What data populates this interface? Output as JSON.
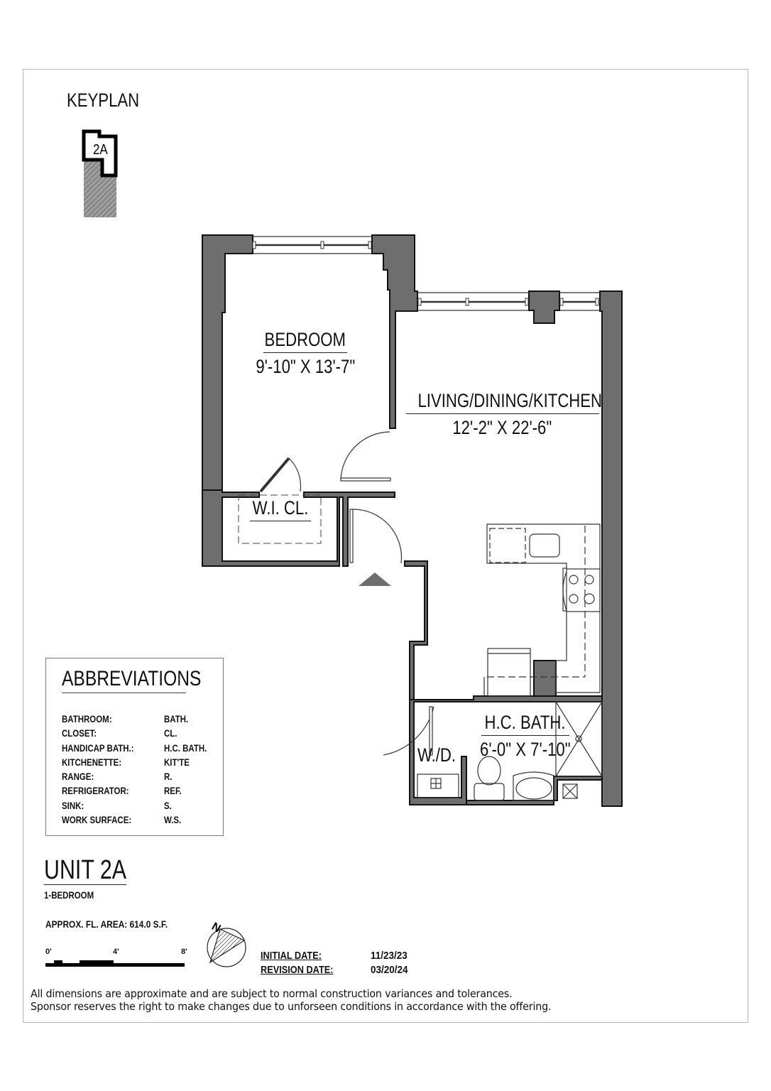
{
  "keyplan": {
    "title": "KEYPLAN",
    "unit_tag": "2A"
  },
  "rooms": {
    "bedroom": {
      "name": "BEDROOM",
      "dimensions": "9'-10\" X 13'-7\""
    },
    "living": {
      "name": "LIVING/DINING/KITCHEN",
      "dimensions": "12'-2\" X 22'-6\""
    },
    "closet": {
      "name": "W.I. CL."
    },
    "bath": {
      "name": "H.C. BATH.",
      "dimensions": "6'-0\" X 7'-10\""
    },
    "washer_dryer": {
      "name": "W./D."
    }
  },
  "abbreviations": {
    "title": "ABBREVIATIONS",
    "items": [
      {
        "term": "BATHROOM:",
        "abbr": "BATH."
      },
      {
        "term": "CLOSET:",
        "abbr": "CL."
      },
      {
        "term": "HANDICAP BATH.:",
        "abbr": "H.C. BATH."
      },
      {
        "term": "KITCHENETTE:",
        "abbr": "KIT'TE"
      },
      {
        "term": "RANGE:",
        "abbr": "R."
      },
      {
        "term": "REFRIGERATOR:",
        "abbr": "REF."
      },
      {
        "term": "SINK:",
        "abbr": "S."
      },
      {
        "term": "WORK SURFACE:",
        "abbr": "W.S."
      }
    ]
  },
  "unit": {
    "title": "UNIT 2A",
    "type": "1-BEDROOM",
    "area": "APPROX. FL. AREA: 614.0 S.F."
  },
  "scale_bar": {
    "labels": [
      "0'",
      "4'",
      "8'"
    ]
  },
  "north_arrow": {
    "label": "N"
  },
  "dates": {
    "initial_label": "INITIAL DATE:",
    "initial_value": "11/23/23",
    "revision_label": "REVISION DATE:",
    "revision_value": "03/20/24"
  },
  "disclaimer": {
    "line1": "All dimensions are approximate and are subject to normal construction variances and tolerances.",
    "line2": "Sponsor reserves the right to make changes due to unforseen conditions in accordance with the offering."
  },
  "colors": {
    "wall": "#6e6e6e",
    "outline": "#111111",
    "border": "#b5b5b5"
  }
}
